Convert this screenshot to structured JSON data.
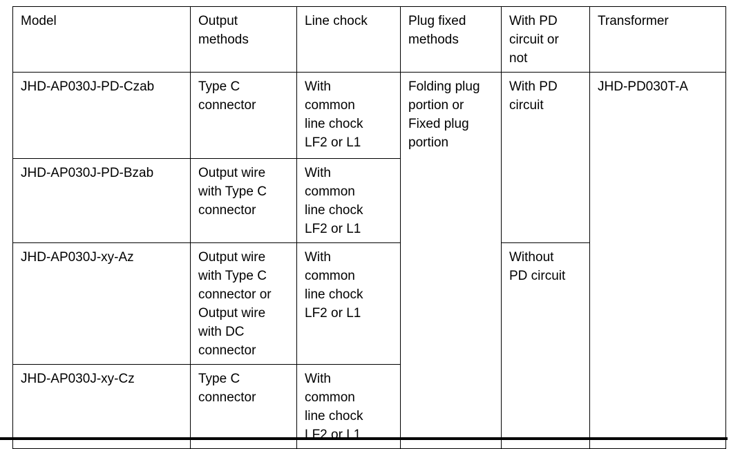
{
  "table": {
    "headers": {
      "model": "Model",
      "output_methods": "Output\nmethods",
      "line_chock": "Line chock",
      "plug_fixed_methods": "Plug fixed\nmethods",
      "pd_circuit": "With PD\ncircuit or\nnot",
      "transformer": "Transformer"
    },
    "rows": [
      {
        "model": "JHD-AP030J-PD-Czab",
        "output_method": "Type C\nconnector",
        "line_chock": "With\ncommon\nline chock\nLF2 or L1"
      },
      {
        "model": "JHD-AP030J-PD-Bzab",
        "output_method": "Output wire\nwith Type C\nconnector",
        "line_chock": "With\ncommon\nline chock\nLF2 or L1"
      },
      {
        "model": "JHD-AP030J-xy-Az",
        "output_method": "Output wire\nwith Type C\nconnector or\nOutput wire\nwith DC\nconnector",
        "line_chock": "With\ncommon\nline chock\nLF2 or L1"
      },
      {
        "model": "JHD-AP030J-xy-Cz",
        "output_method": "Type C\nconnector",
        "line_chock": "With\ncommon\nline chock\nLF2 or L1"
      }
    ],
    "merged": {
      "plug_fixed": "Folding plug\nportion or\nFixed plug\nportion",
      "with_pd": "With PD\ncircuit",
      "without_pd": "Without\nPD circuit",
      "transformer_model": "JHD-PD030T-A"
    },
    "colors": {
      "border": "#000000",
      "text": "#000000",
      "background": "#ffffff"
    }
  }
}
